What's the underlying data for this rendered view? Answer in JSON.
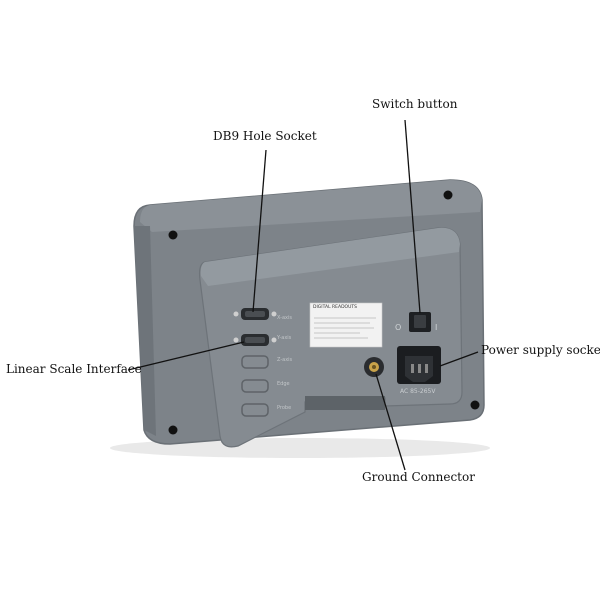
{
  "callouts": {
    "switch_button": "Switch button",
    "db9_socket": "DB9 Hole Socket",
    "linear_scale": "Linear Scale Interface",
    "power_socket": "Power supply socket",
    "ground_connector": "Ground Connector"
  },
  "device": {
    "label_title": "DIGITAL READOUTS",
    "port_labels": [
      "X-axis",
      "Y-axis",
      "Z-axis",
      "Edge",
      "Probe"
    ],
    "power_rating": "AC 85-265V"
  },
  "colors": {
    "housing": "#7d8389",
    "housing_dark": "#6a7076",
    "panel": "#858b91",
    "label": "#f2f2f2",
    "line": "#111111"
  }
}
